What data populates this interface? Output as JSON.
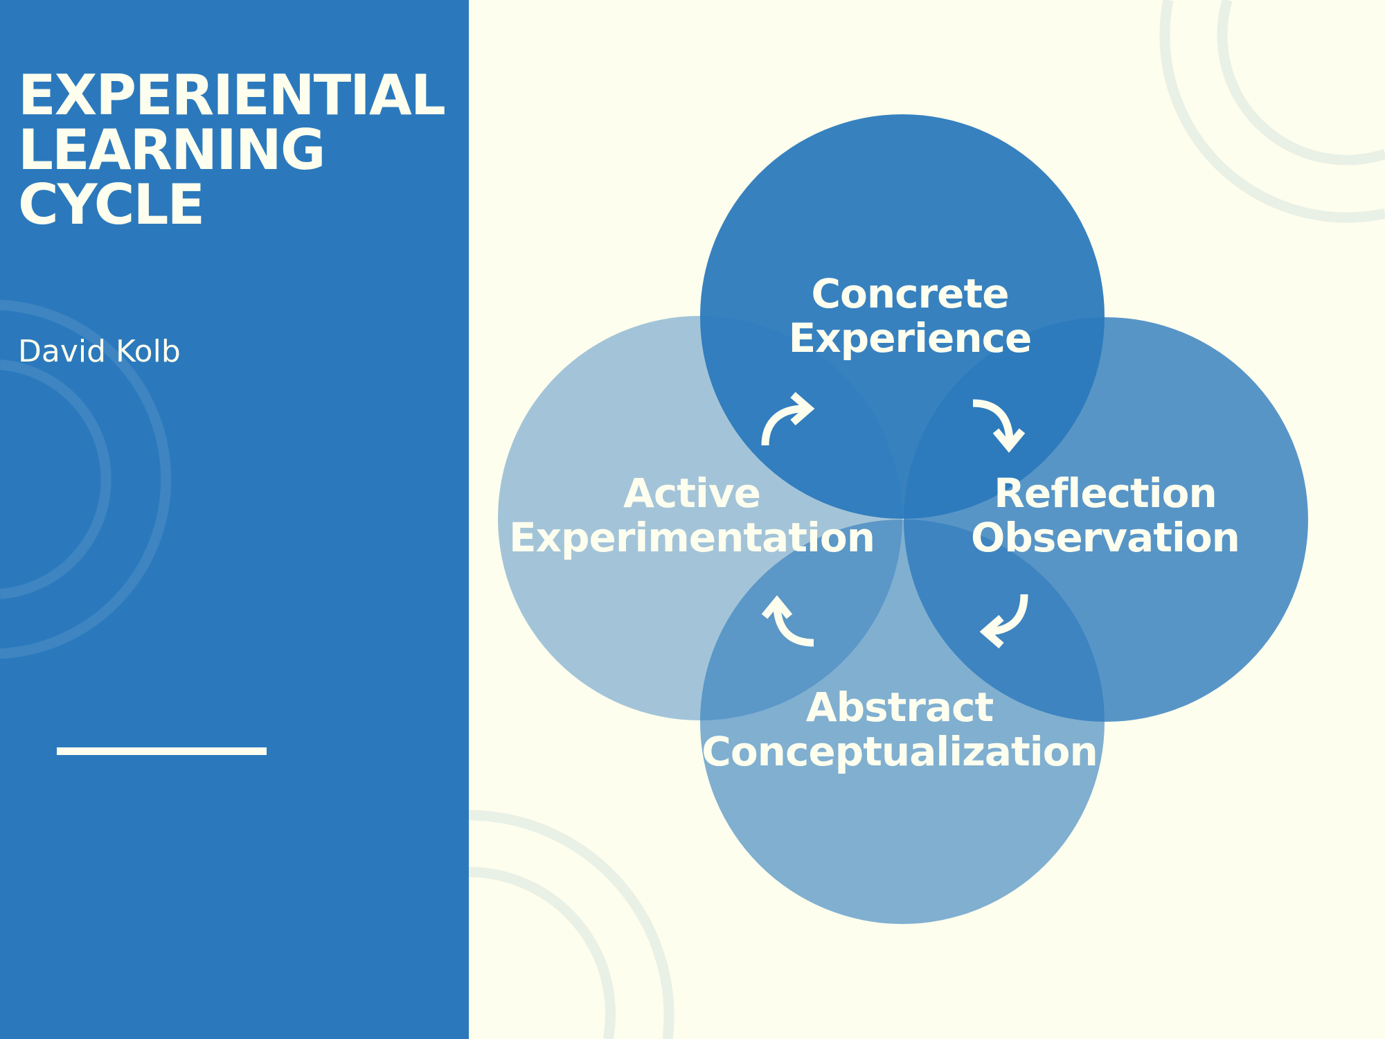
{
  "title": {
    "lines": [
      "EXPERIENTIAL",
      "LEARNING",
      "CYCLE"
    ]
  },
  "author": "David Kolb",
  "colors": {
    "panel": "#2b79bc",
    "background": "#fefeee",
    "text": "#fefeee",
    "decor_arc": "#e9f0e6"
  },
  "cycle": {
    "stages": [
      {
        "id": "concrete",
        "lines": [
          "Concrete",
          "Experience"
        ],
        "position": "top"
      },
      {
        "id": "reflection",
        "lines": [
          "Reflection",
          "Observation"
        ],
        "position": "right"
      },
      {
        "id": "abstract",
        "lines": [
          "Abstract",
          "Conceptualization"
        ],
        "position": "bottom"
      },
      {
        "id": "active",
        "lines": [
          "Active",
          "Experimentation"
        ],
        "position": "left"
      }
    ],
    "arrows": [
      "arrow-curved-right-icon",
      "arrow-curved-down-icon",
      "arrow-curved-left-icon",
      "arrow-curved-up-icon"
    ],
    "direction": "clockwise"
  }
}
